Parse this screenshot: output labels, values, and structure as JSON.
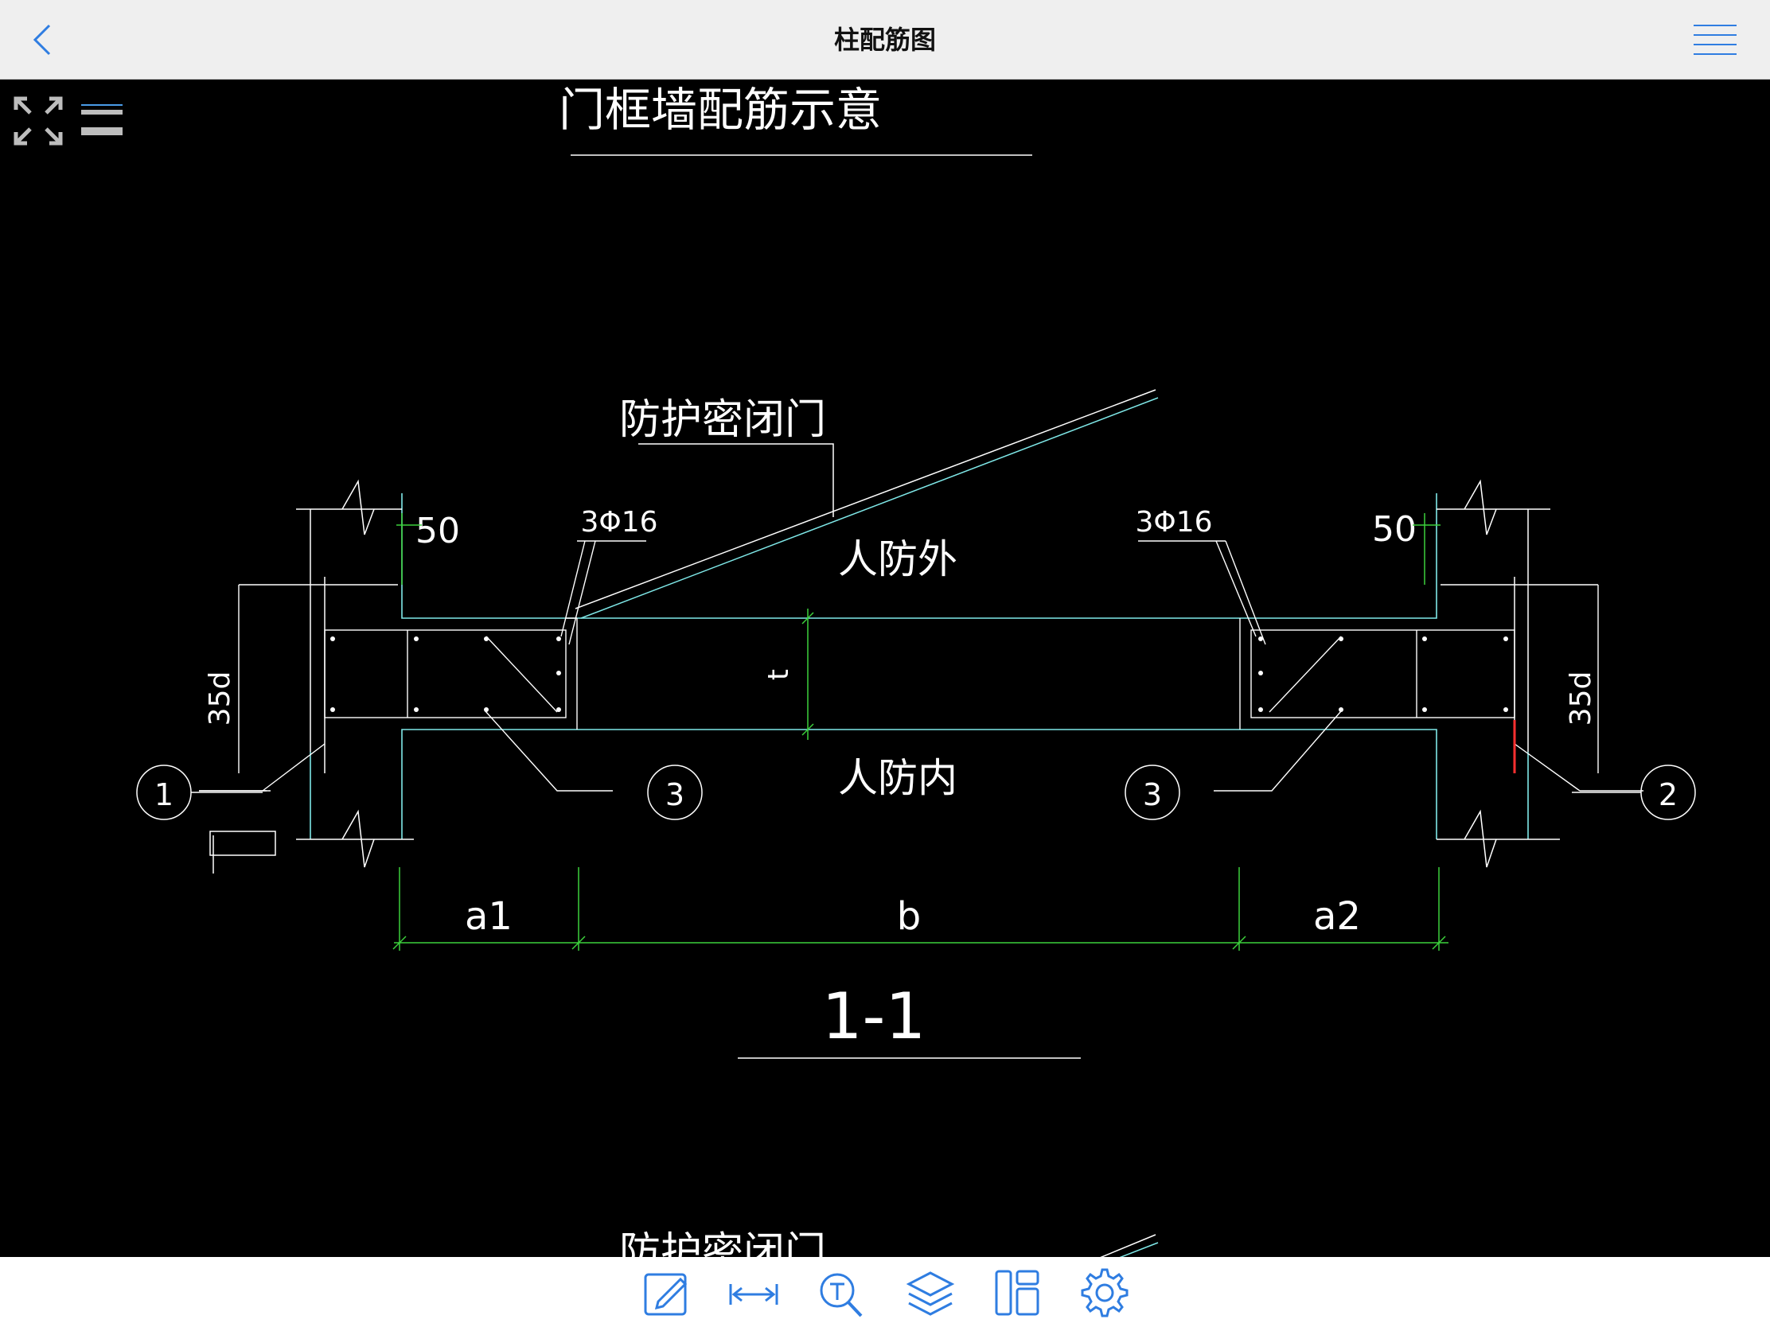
{
  "header": {
    "title": "柱配筋图",
    "accent_color": "#2f7de1",
    "back_icon": "chevron-left-icon",
    "menu_icon": "hamburger-menu-icon"
  },
  "canvas_tools": {
    "expand_icon": "expand-arrows-icon",
    "layers_toggle_icon": "line-toggle-icon"
  },
  "drawing": {
    "top_title": "门框墙配筋示意",
    "door_label": "防护密闭门",
    "outside_label": "人防外",
    "inside_label": "人防内",
    "rebar_left": "3Φ16",
    "rebar_right": "3Φ16",
    "dim_50_left": "50",
    "dim_50_right": "50",
    "anchor_left": "35d",
    "anchor_right": "35d",
    "thickness_label": "t",
    "callout_1": "1",
    "callout_2": "2",
    "callout_3_left": "3",
    "callout_3_right": "3",
    "dim_a1": "a1",
    "dim_b": "b",
    "dim_a2": "a2",
    "section_label": "1-1",
    "bottom_partial_label": "防护密闭门",
    "colors": {
      "wall_line": "#7fe8e8",
      "dim_line": "#3cd13c",
      "line": "#ffffff",
      "marker": "#ff3030"
    }
  },
  "bottom_toolbar": {
    "icons": [
      "edit-pencil-icon",
      "measure-distance-icon",
      "text-search-icon",
      "layers-icon",
      "layout-panels-icon",
      "settings-gear-icon"
    ]
  }
}
